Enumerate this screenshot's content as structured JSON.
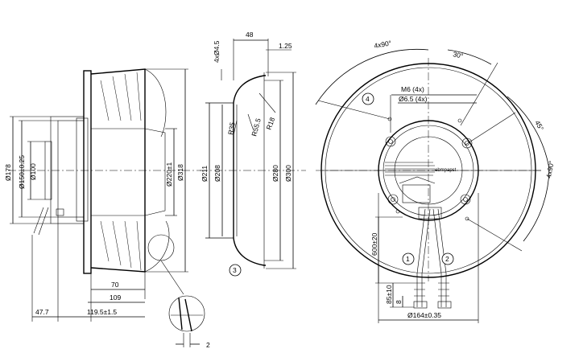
{
  "side_view": {
    "diameters": [
      "Ø178",
      "Ø150±0.25",
      "Ø100",
      "Ø220±1",
      "Ø318"
    ],
    "lengths": [
      "70",
      "109",
      "47.7",
      "119.5±1.5",
      "2"
    ]
  },
  "impeller_section": {
    "top_dims": [
      "48",
      "1.25",
      "4xØ4.5"
    ],
    "radii": [
      "R18",
      "R35",
      "R55.5"
    ],
    "diameters": [
      "Ø211",
      "Ø208",
      "Ø280",
      "Ø300"
    ],
    "view_number": "3"
  },
  "front_view": {
    "angles": [
      "4x90°",
      "30°",
      "45°",
      "4x90°"
    ],
    "holes": [
      "M6 (4x)",
      "Ø6.5 (4x)"
    ],
    "cable_length": "600±20",
    "cable_strip": [
      "85±10",
      "8"
    ],
    "bottom_dim": "Ø164±0.35",
    "circle_labels": [
      "4",
      "1",
      "2"
    ],
    "brand_text": "ebmpapst"
  }
}
